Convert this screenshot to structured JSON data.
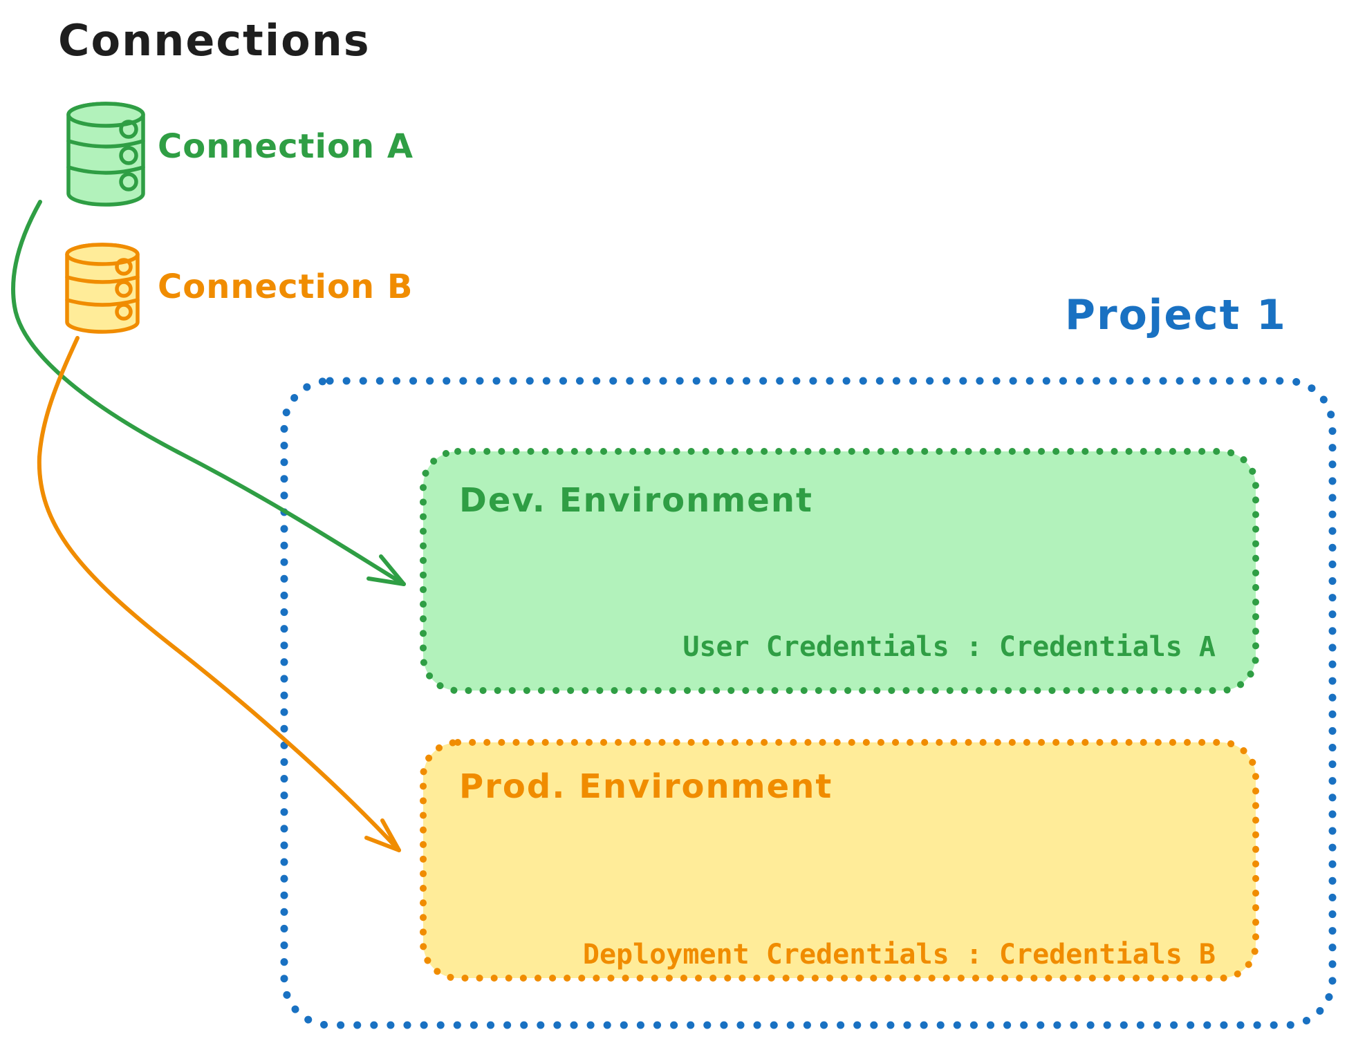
{
  "diagram": {
    "title": "Connections",
    "connections": [
      {
        "label": "Connection A",
        "color": "#2f9e44",
        "fill": "#b2f2bb",
        "icon": "database-icon"
      },
      {
        "label": "Connection B",
        "color": "#f08c00",
        "fill": "#ffec99",
        "icon": "database-icon"
      }
    ],
    "project": {
      "label": "Project 1",
      "color": "#1971c2"
    },
    "environments": [
      {
        "name": "Dev. Environment",
        "credentials": "User Credentials : Credentials A",
        "color": "#2f9e44",
        "fill": "#b2f2bb"
      },
      {
        "name": "Prod. Environment",
        "credentials": "Deployment Credentials : Credentials B",
        "color": "#f08c00",
        "fill": "#ffec99"
      }
    ],
    "arrows": [
      {
        "from": "Connection A",
        "to": "Dev. Environment",
        "color": "#2f9e44"
      },
      {
        "from": "Connection B",
        "to": "Prod. Environment",
        "color": "#f08c00"
      }
    ],
    "text_color": "#1e1e1e"
  }
}
